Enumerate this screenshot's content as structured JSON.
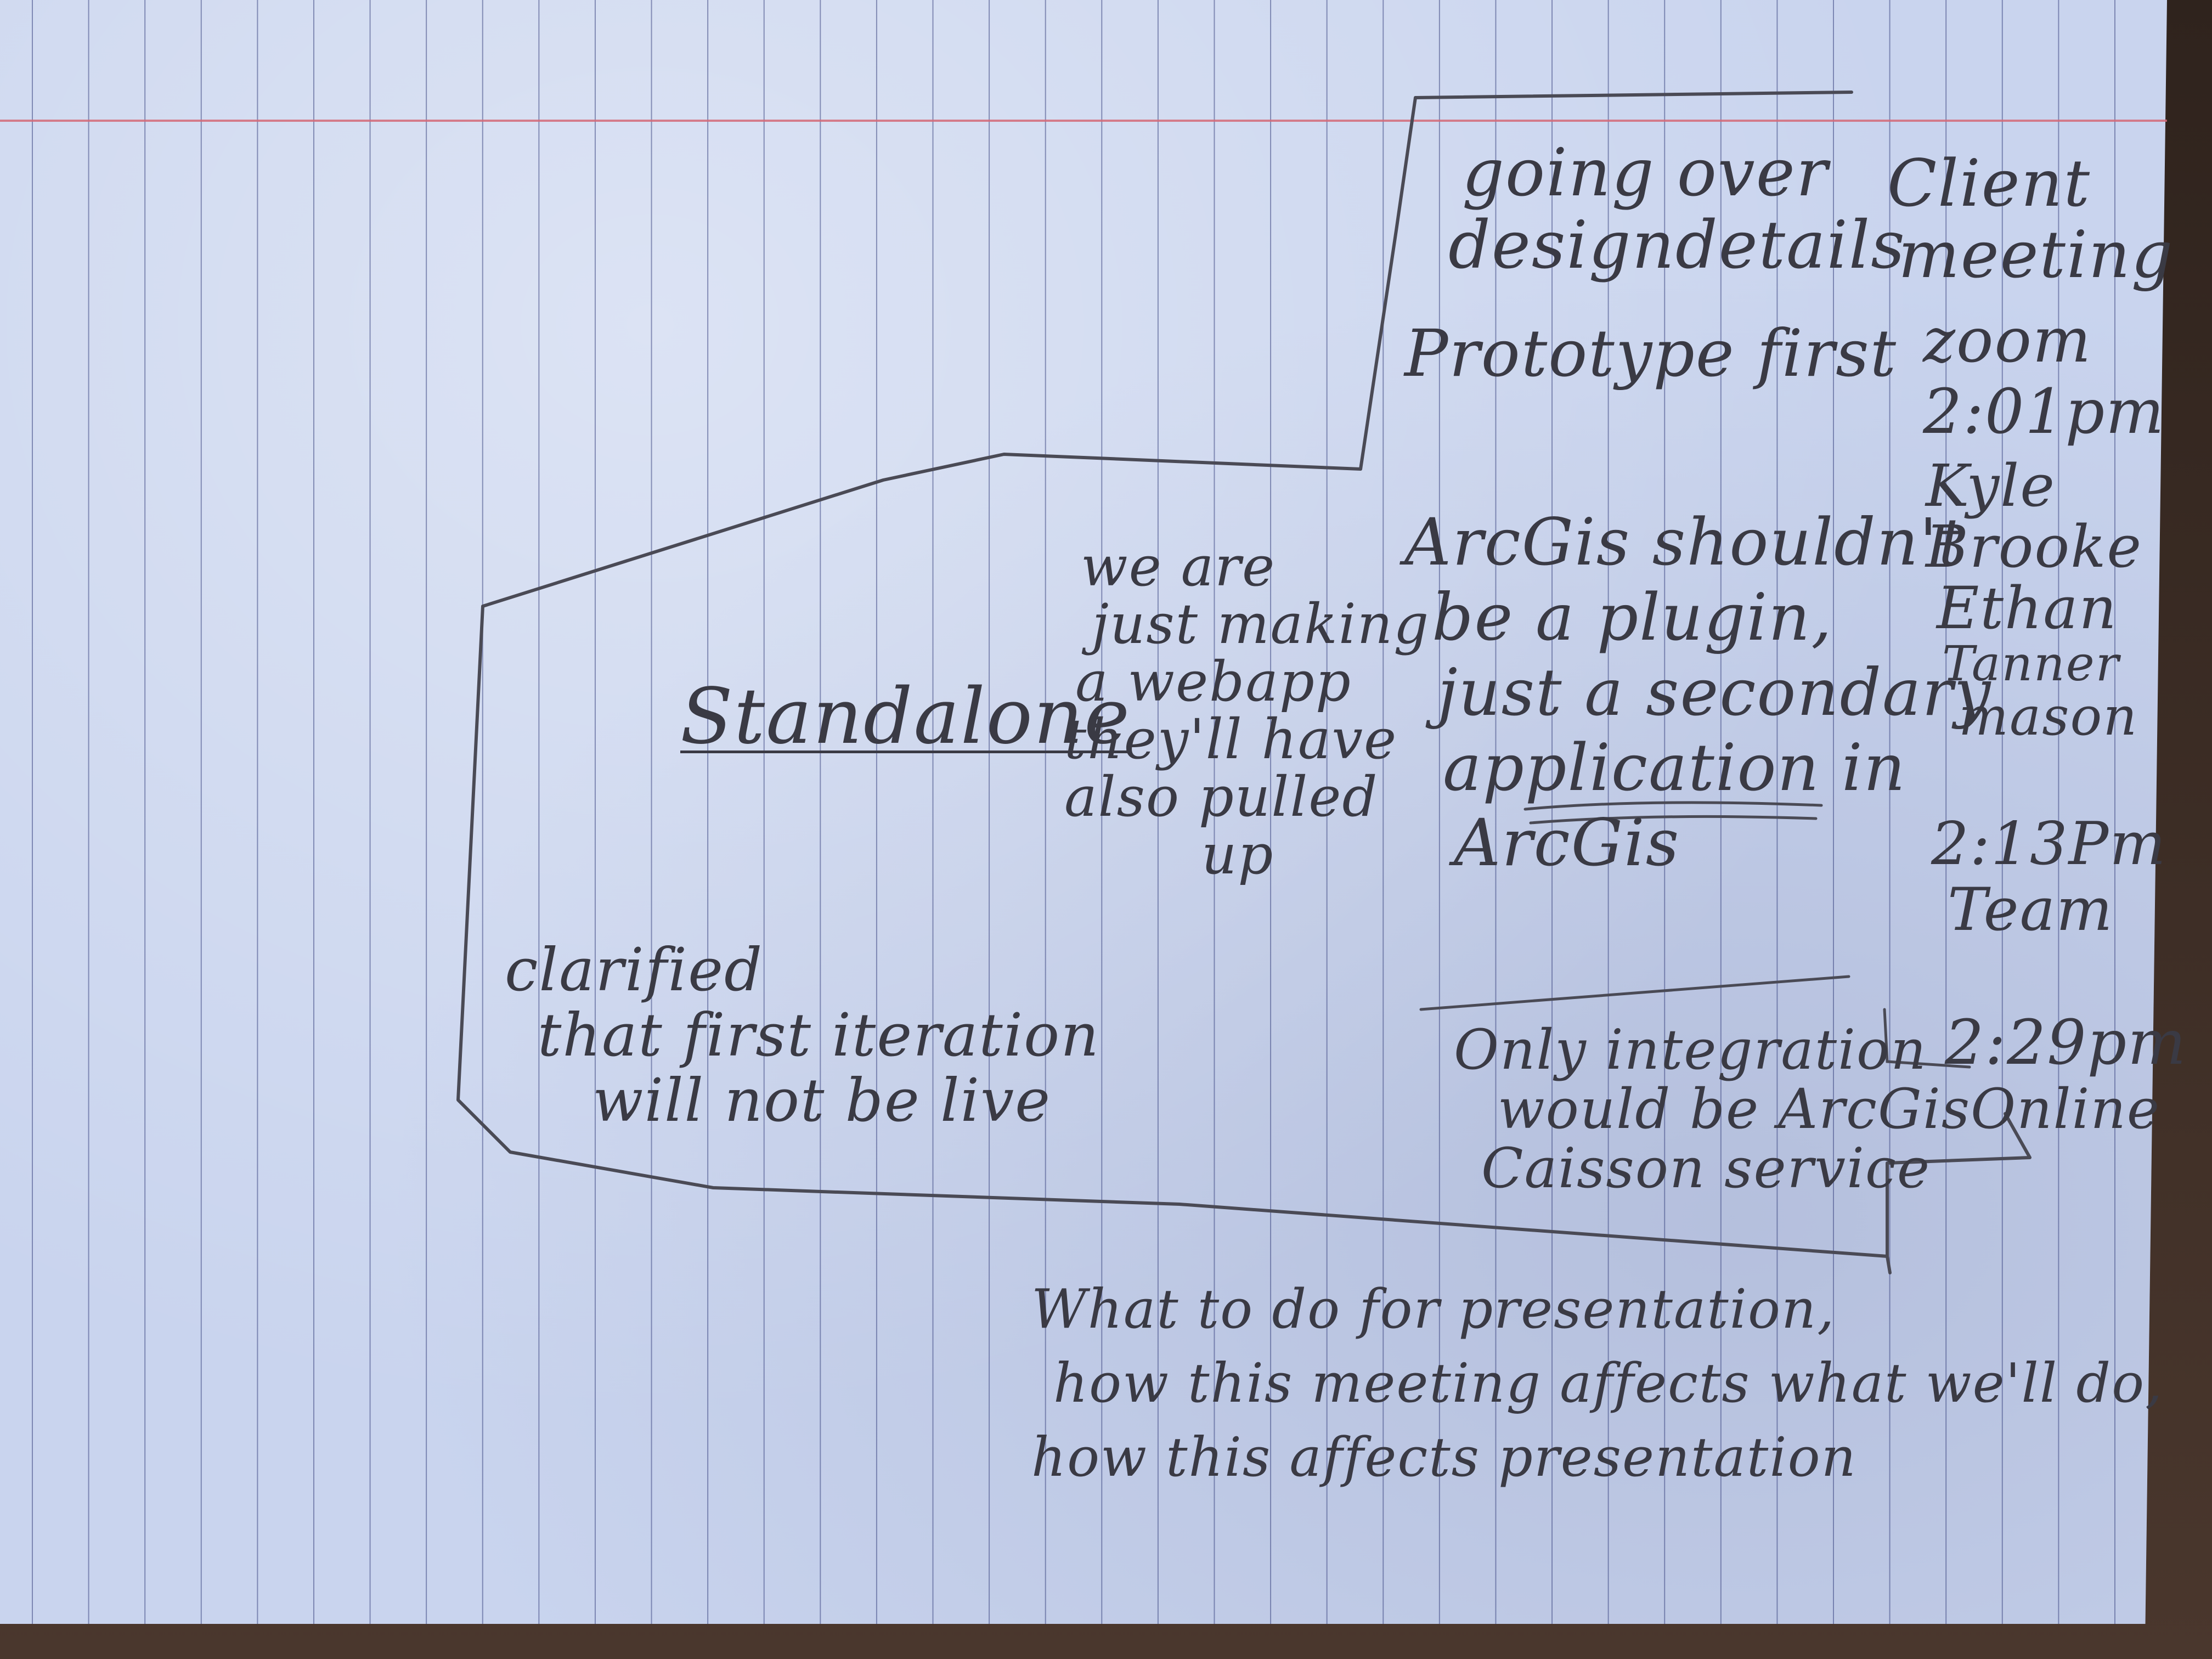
{
  "notes": {
    "design": [
      "going over",
      "designdetails"
    ],
    "prototype": "Prototype first",
    "client": {
      "title": [
        "Client",
        "meeting"
      ],
      "platform": "zoom",
      "start_time": "2:01pm",
      "attendees": [
        "Kyle",
        "Brooke",
        "Ethan",
        "Tanner",
        "mason"
      ],
      "team_time": "2:13Pm",
      "team_label": "Team",
      "end_time": "2:29pm"
    },
    "arcgis": [
      "ArcGis shouldn't",
      "be a plugin,",
      "just a secondary",
      "application in",
      "ArcGis"
    ],
    "standalone": "Standalone",
    "webapp": [
      "we are",
      "just making",
      "a webapp",
      "they'll have",
      "also pulled",
      "up"
    ],
    "integration": [
      "Only integration",
      "would be ArcGisOnline",
      "Caisson service"
    ],
    "clarified": [
      "clarified",
      "that first iteration",
      "will not be live"
    ],
    "presentation": [
      "What to do for presentation,",
      "how this meeting affects what we'll do,",
      "how this affects presentation"
    ]
  }
}
